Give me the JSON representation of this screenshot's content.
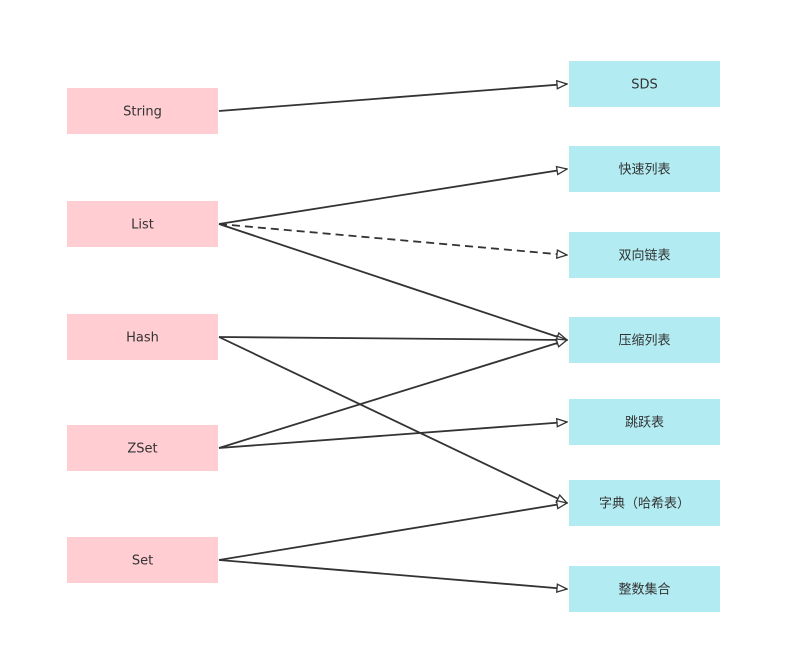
{
  "colors": {
    "type_box": "#ffcdd2",
    "encoding_box": "#b2ebf2",
    "edge": "#333333",
    "text": "#333333"
  },
  "types": [
    {
      "id": "string",
      "label": "String"
    },
    {
      "id": "list",
      "label": "List"
    },
    {
      "id": "hash",
      "label": "Hash"
    },
    {
      "id": "zset",
      "label": "ZSet"
    },
    {
      "id": "set",
      "label": "Set"
    }
  ],
  "encodings": [
    {
      "id": "sds",
      "label": "SDS"
    },
    {
      "id": "quicklist",
      "label": "快速列表"
    },
    {
      "id": "linkedlist",
      "label": "双向链表"
    },
    {
      "id": "ziplist",
      "label": "压缩列表"
    },
    {
      "id": "skiplist",
      "label": "跳跃表"
    },
    {
      "id": "dict",
      "label": "字典（哈希表）"
    },
    {
      "id": "intset",
      "label": "整数集合"
    }
  ],
  "edges": [
    {
      "from": "string",
      "to": "sds",
      "style": "solid"
    },
    {
      "from": "list",
      "to": "quicklist",
      "style": "solid"
    },
    {
      "from": "list",
      "to": "linkedlist",
      "style": "dashed"
    },
    {
      "from": "list",
      "to": "ziplist",
      "style": "solid"
    },
    {
      "from": "hash",
      "to": "ziplist",
      "style": "solid"
    },
    {
      "from": "hash",
      "to": "dict",
      "style": "solid"
    },
    {
      "from": "zset",
      "to": "ziplist",
      "style": "solid"
    },
    {
      "from": "zset",
      "to": "skiplist",
      "style": "solid"
    },
    {
      "from": "set",
      "to": "dict",
      "style": "solid"
    },
    {
      "from": "set",
      "to": "intset",
      "style": "solid"
    }
  ]
}
